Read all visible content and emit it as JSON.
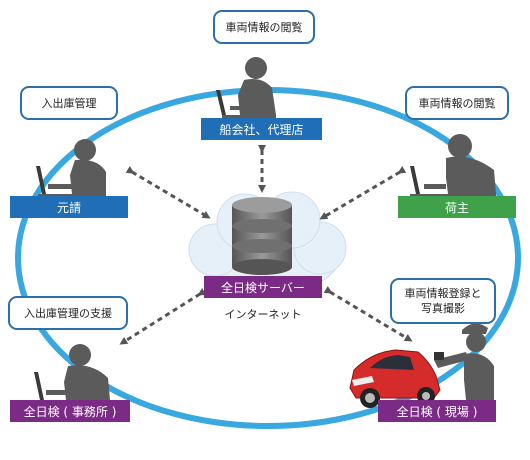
{
  "bubbles": {
    "top": "車両情報の閲覧",
    "top_right": "車両情報の閲覧",
    "top_left": "入出庫管理",
    "mid_left": "入出庫管理の支援",
    "bottom_right_line1": "車両情報登録と",
    "bottom_right_line2": "写真撮影"
  },
  "labels": {
    "top": "船会社、代理店",
    "left": "元請",
    "right": "荷主",
    "center": "全日検サーバー",
    "bottom_left": "全日検 ( 事務所 )",
    "bottom_right": "全日検 ( 現場 )"
  },
  "internet": "インターネット",
  "colors": {
    "blue": "#1f6eb6",
    "green": "#3fa24a",
    "purple": "#7b2b85",
    "ellipse": "#3aa8e0",
    "silhouette": "#5b5b5b"
  }
}
